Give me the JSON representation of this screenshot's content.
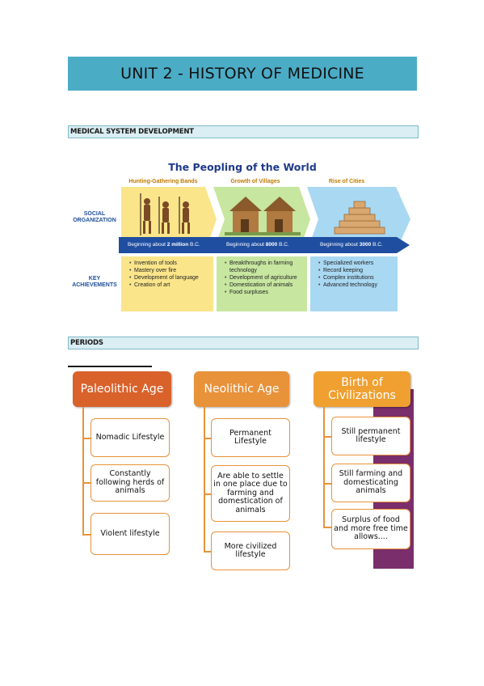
{
  "title": "UNIT 2 - HISTORY OF MEDICINE",
  "sections": {
    "medical_system": "MEDICAL SYSTEM DEVELOPMENT",
    "periods": "PERIODS"
  },
  "peopling": {
    "title": "The Peopling of the World",
    "row_labels": {
      "social": "SOCIAL ORGANIZATION",
      "key": "KEY ACHIEVEMENTS"
    },
    "columns": [
      {
        "heading": "Hunting-Gathering Bands",
        "band_prefix": "Beginning about ",
        "band_bold": "2 million",
        "band_suffix": " B.C.",
        "items": [
          "Invention of tools",
          "Mastery over fire",
          "Development of language",
          "Creation of art"
        ]
      },
      {
        "heading": "Growth of Villages",
        "band_prefix": "Beginning about ",
        "band_bold": "8000",
        "band_suffix": " B.C.",
        "items": [
          "Breakthroughs in farming technology",
          "Development of agriculture",
          "Domestication of animals",
          "Food surpluses"
        ]
      },
      {
        "heading": "Rise of Cities",
        "band_prefix": "Beginning about ",
        "band_bold": "3000",
        "band_suffix": " B.C.",
        "items": [
          "Specialized workers",
          "Record keeping",
          "Complex institutions",
          "Advanced technology"
        ]
      }
    ]
  },
  "periods": {
    "columns": [
      {
        "header": "Paleolithic Age",
        "items": [
          "Nomadic Lifestyle",
          "Constantly following herds of animals",
          "Violent lifestyle"
        ]
      },
      {
        "header": "Neolithic Age",
        "items": [
          "Permanent Lifestyle",
          "Are able to settle in one place due to farming and domestication of animals",
          "More civilized lifestyle"
        ]
      },
      {
        "header": "Birth of Civilizations",
        "items": [
          "Still permanent lifestyle",
          "Still farming and domesticating animals",
          "Surplus of food and more free time allows...."
        ]
      }
    ]
  },
  "colors": {
    "title_bar": "#4bacc6",
    "section_bar": "#daeef3",
    "period_header_1": "#d9622b",
    "period_header_2": "#e8923a",
    "period_header_3": "#f0a030",
    "connector": "#e8923a"
  }
}
